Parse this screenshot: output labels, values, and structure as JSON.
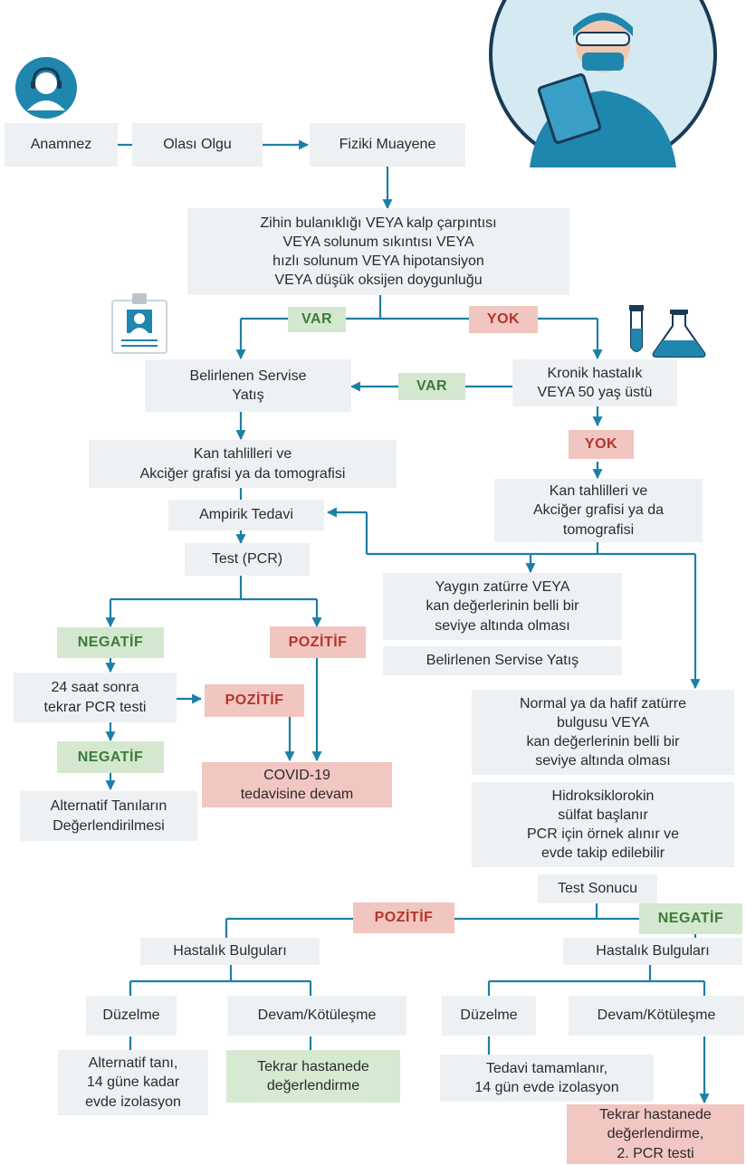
{
  "nodes": {
    "anamnez": "Anamnez",
    "olasi_olgu": "Olası Olgu",
    "fiziki_muayene": "Fiziki Muayene",
    "criteria": "Zihin bulanıklığı VEYA kalp çarpıntısı\nVEYA solunum sıkıntısı VEYA\nhızlı solunum VEYA hipotansiyon\nVEYA düşük oksijen doygunluğu",
    "servis_yatis": "Belirlenen Servise\nYatış",
    "kronik": "Kronik hastalık\nVEYA 50 yaş üstü",
    "kan_tahlil_left": "Kan tahlilleri ve\nAkciğer grafisi ya da tomografisi",
    "kan_tahlil_right": "Kan tahlilleri ve\nAkciğer grafisi ya da\ntomografisi",
    "ampirik": "Ampirik Tedavi",
    "test_pcr": "Test (PCR)",
    "yaygin": "Yaygın zatürre VEYA\nkan değerlerinin belli bir\nseviye altında olması",
    "servis_yatis2": "Belirlenen Servise Yatış",
    "pcr24": "24 saat sonra\ntekrar PCR testi",
    "covid": "COVID-19\ntedavisine devam",
    "alternatif_tani": "Alternatif Tanıların\nDeğerlendirilmesi",
    "normal": "Normal ya da hafif zatürre\nbulgusu VEYA\nkan değerlerinin belli bir\nseviye altında olması",
    "hidroksi": "Hidroksiklorokin\nsülfat başlanır\nPCR için örnek alınır ve\nevde takip edilebilir",
    "test_sonucu": "Test Sonucu",
    "hastalik_left": "Hastalık Bulguları",
    "hastalik_right": "Hastalık Bulguları",
    "duzelme_left": "Düzelme",
    "devam_left": "Devam/Kötüleşme",
    "duzelme_right": "Düzelme",
    "devam_right": "Devam/Kötüleşme",
    "alt_tani": "Alternatif tanı,\n14 güne kadar\nevde izolasyon",
    "tekrar_left": "Tekrar hastanede\ndeğerlendirme",
    "tedavi_tamam": "Tedavi tamamlanır,\n14 gün evde izolasyon",
    "tekrar_right": "Tekrar hastanede\ndeğerlendirme,\n2. PCR testi"
  },
  "badges": {
    "var1": "VAR",
    "yok1": "YOK",
    "var2": "VAR",
    "yok2": "YOK",
    "negatif1": "NEGATİF",
    "pozitif1": "POZİTİF",
    "pozitif2": "POZİTİF",
    "negatif2": "NEGATİF",
    "pozitif3": "POZİTİF",
    "negatif3": "NEGATİF"
  },
  "icons": [
    "user-headset-icon",
    "doctor-clipboard-icon",
    "id-card-icon",
    "test-tube-icon",
    "flask-icon"
  ],
  "colors": {
    "line": "#1c7fa6",
    "box": "#eef1f4",
    "green_bg": "#d3e8cf",
    "green_text": "#3d7a3a",
    "red_bg": "#f1c5c0",
    "red_text": "#b5342c",
    "icon_bg": "#d4e9f2"
  }
}
